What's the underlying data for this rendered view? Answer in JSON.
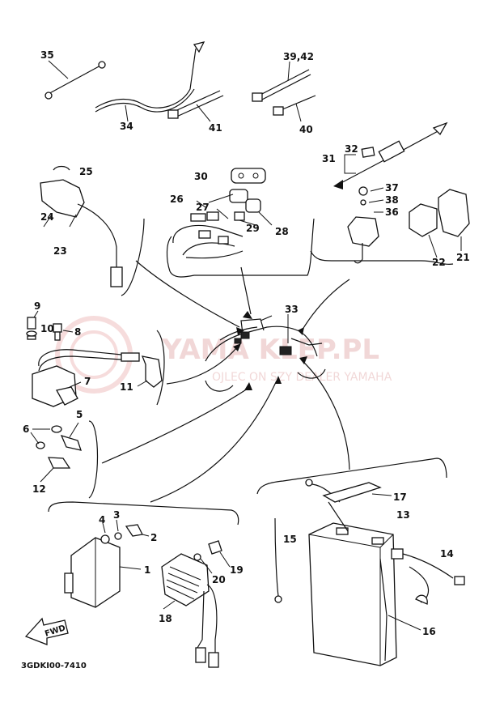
{
  "diagram": {
    "drawing_code": "3GDKI00-7410",
    "fwd_label": "FWD",
    "watermark": {
      "title": "YAMA  KLEP.PL",
      "subtitle": "OJLEC ON SZY DEALER YAMAHA"
    },
    "callouts": {
      "c1": "1",
      "c2": "2",
      "c3": "3",
      "c4": "4",
      "c5": "5",
      "c6": "6",
      "c7": "7",
      "c8": "8",
      "c9": "9",
      "c10": "10",
      "c11": "11",
      "c12": "12",
      "c13": "13",
      "c14": "14",
      "c15": "15",
      "c16": "16",
      "c17": "17",
      "c18": "18",
      "c19": "19",
      "c20": "20",
      "c21": "21",
      "c22": "22",
      "c23": "23",
      "c24": "24",
      "c25": "25",
      "c26": "26",
      "c27": "27",
      "c28": "28",
      "c29": "29",
      "c30": "30",
      "c31": "31",
      "c32": "32",
      "c33": "33",
      "c34": "34",
      "c35": "35",
      "c36": "36",
      "c37": "37",
      "c38": "38",
      "c39_42": "39,42",
      "c40": "40",
      "c41": "41"
    }
  }
}
